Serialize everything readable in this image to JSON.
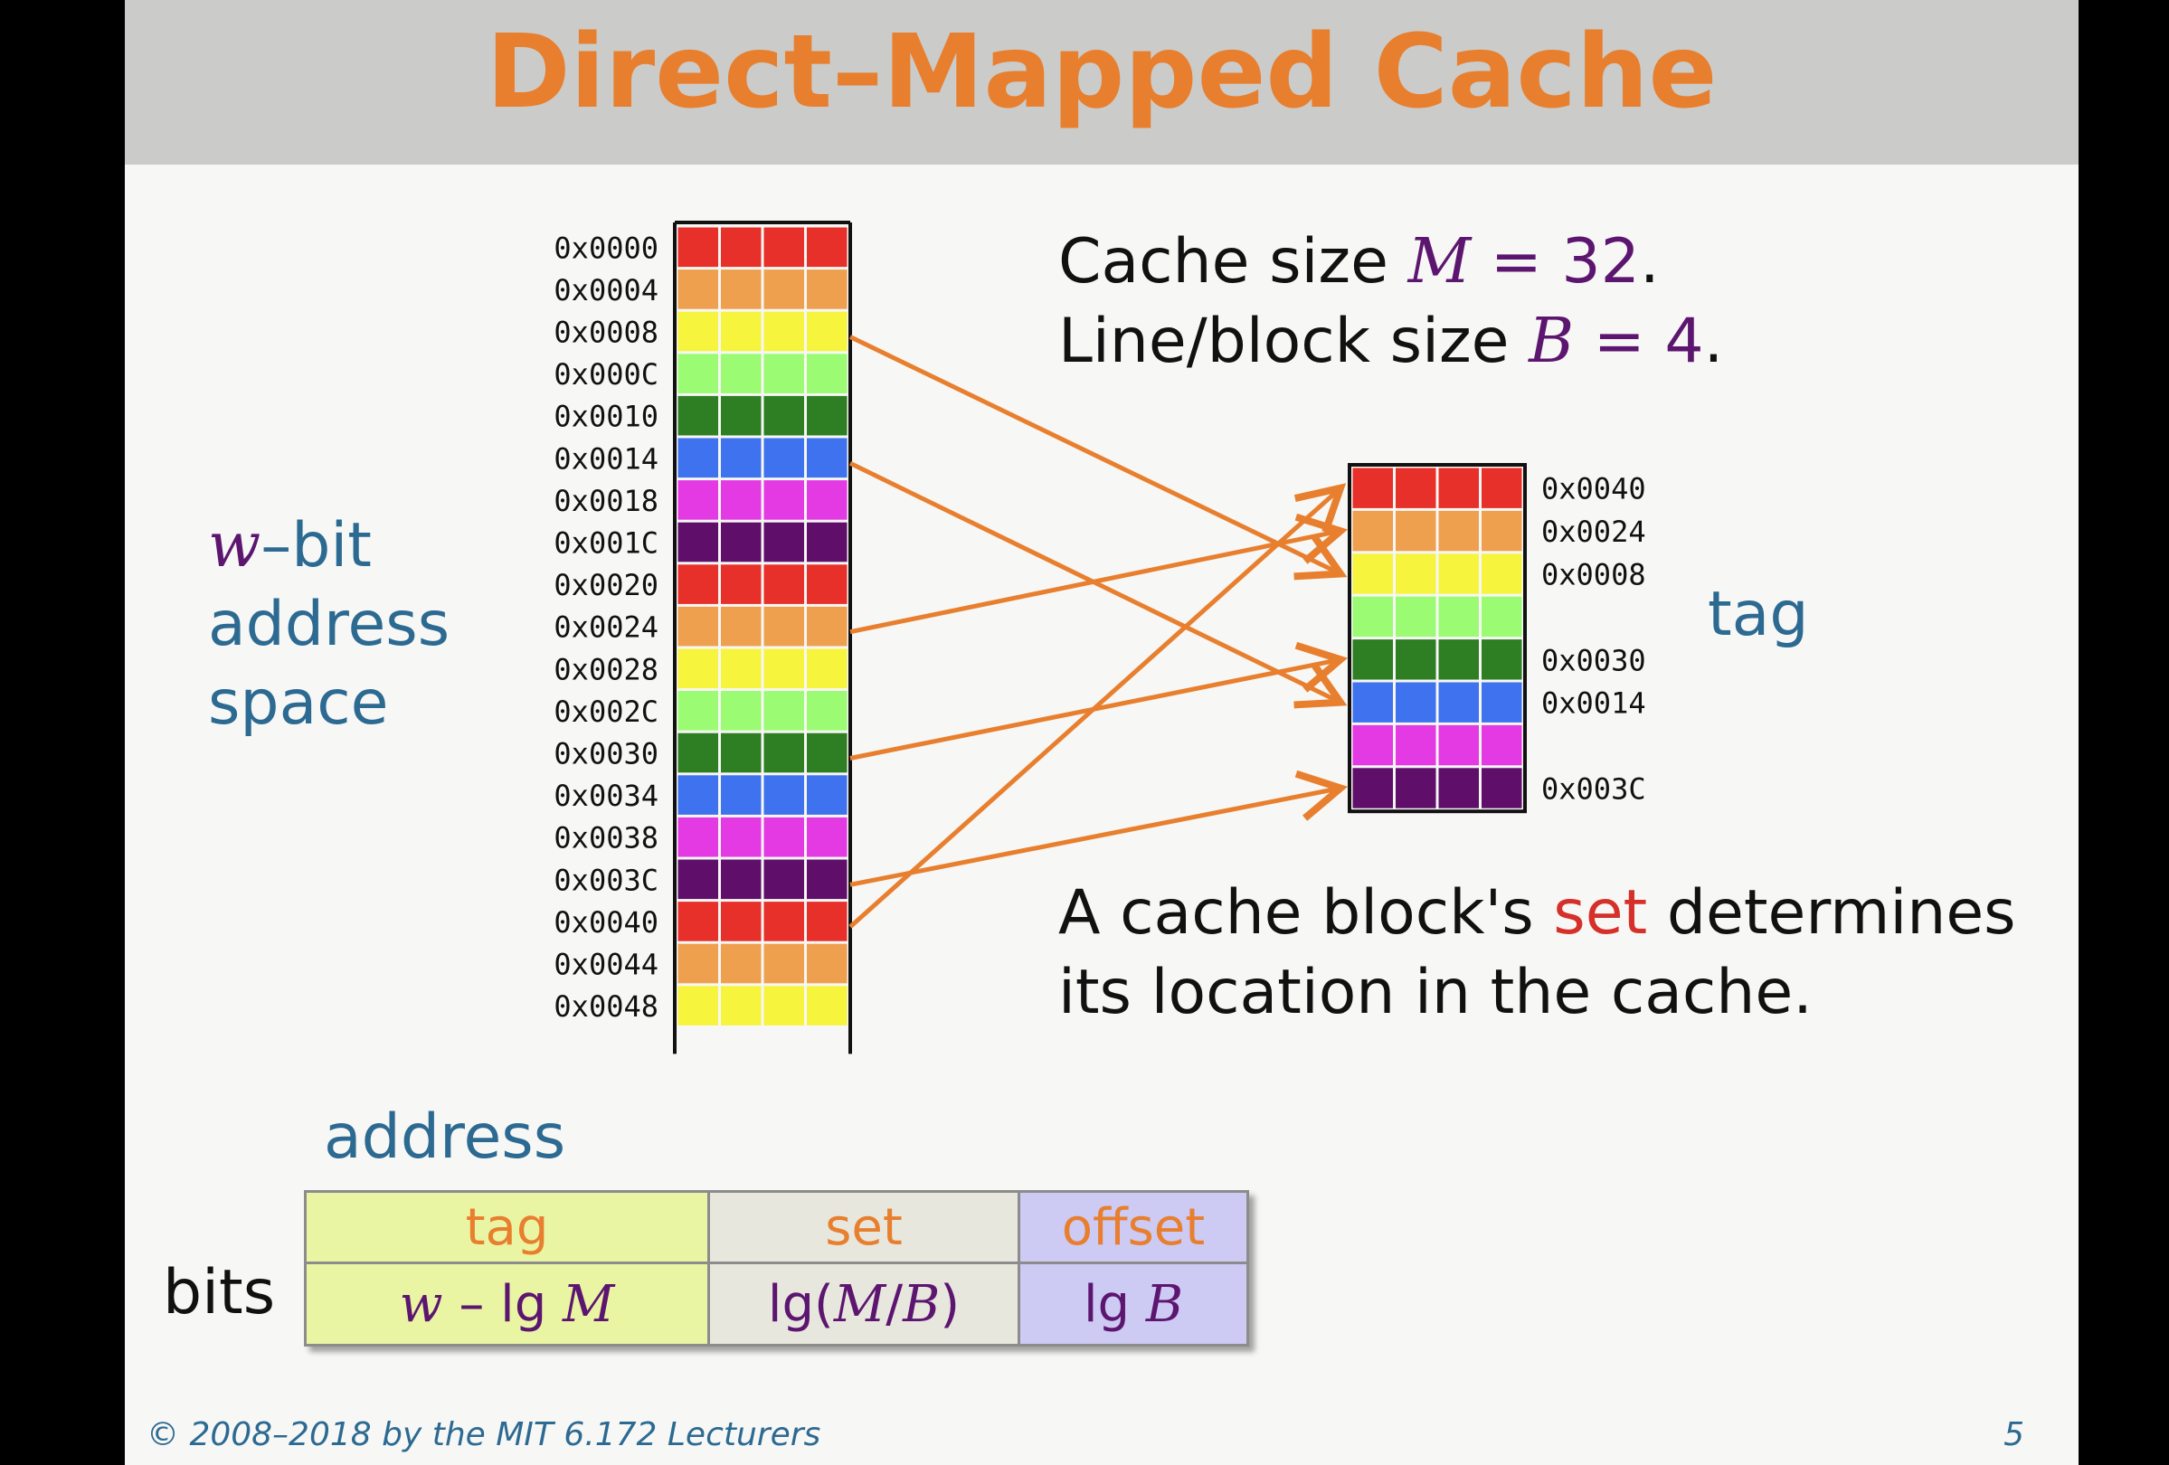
{
  "slide": {
    "title": "Direct–Mapped Cache",
    "colors": {
      "title": "#e87f2e",
      "title_bar": "#cbcbc9",
      "background": "#f7f7f5",
      "blue_text": "#2c6a92",
      "math_purple": "#5c1670",
      "highlight_red": "#d5302a",
      "arrow": "#e87f2e"
    }
  },
  "labels": {
    "w_symbol": "w",
    "w_bit_suffix": "–bit",
    "address_word": "address",
    "space_word": "space",
    "tag_word": "tag"
  },
  "params": {
    "cache_size_text": "Cache size ",
    "m_symbol": "M",
    "cache_size_value": " = 32",
    "block_size_text": "Line/block size ",
    "b_symbol": "B",
    "block_size_value": " = 4",
    "period": "."
  },
  "sentence": {
    "line1_a": "A cache block's ",
    "set_word": "set",
    "line1_b": " determines",
    "line2": "its location in the cache."
  },
  "memory": {
    "addresses": [
      "0x0000",
      "0x0004",
      "0x0008",
      "0x000C",
      "0x0010",
      "0x0014",
      "0x0018",
      "0x001C",
      "0x0020",
      "0x0024",
      "0x0028",
      "0x002C",
      "0x0030",
      "0x0034",
      "0x0038",
      "0x003C",
      "0x0040",
      "0x0044",
      "0x0048"
    ],
    "set_colors": [
      "#e8302a",
      "#efa04f",
      "#f6f43c",
      "#9bfb73",
      "#2e7e24",
      "#3f72ee",
      "#e43ae3",
      "#5f0f6a"
    ],
    "cells_per_line": 4
  },
  "cache": {
    "tags": [
      "0x0040",
      "0x0024",
      "0x0008",
      "",
      "0x0030",
      "0x0014",
      "",
      "0x003C"
    ],
    "mappings": [
      {
        "from": "0x0008",
        "to_set": 2
      },
      {
        "from": "0x0014",
        "to_set": 5
      },
      {
        "from": "0x0024",
        "to_set": 1
      },
      {
        "from": "0x0030",
        "to_set": 4
      },
      {
        "from": "0x003C",
        "to_set": 7
      },
      {
        "from": "0x0040",
        "to_set": 0
      }
    ]
  },
  "address_table": {
    "label": "address",
    "bits_label": "bits",
    "headers": [
      "tag",
      "set",
      "offset"
    ],
    "bits": {
      "tag": {
        "w": "w",
        "rest": " – lg ",
        "m": "M"
      },
      "set": {
        "pre": "lg(",
        "m": "M",
        "slash": "/",
        "b": "B",
        "post": ")"
      },
      "offset": {
        "pre": "lg ",
        "b": "B"
      }
    }
  },
  "footer": {
    "copyright": "© 2008–2018 by the MIT 6.172 Lecturers",
    "page": "5"
  }
}
